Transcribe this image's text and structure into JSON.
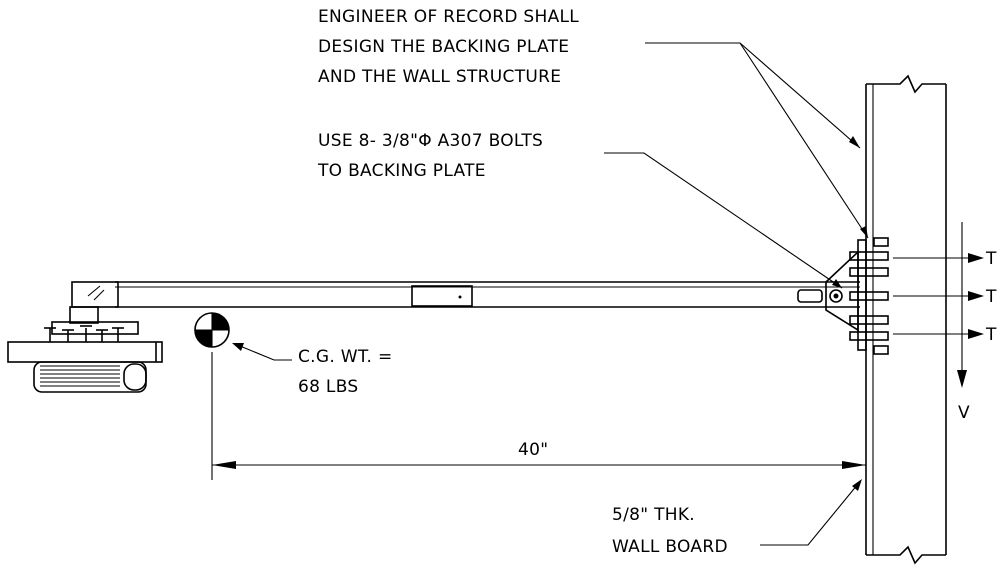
{
  "notes": {
    "engineer_line1": "ENGINEER OF RECORD SHALL",
    "engineer_line2": "DESIGN THE BACKING PLATE",
    "engineer_line3": "AND THE WALL STRUCTURE",
    "bolts_line1": "USE 8- 3/8\"Φ A307 BOLTS",
    "bolts_line2": "TO BACKING PLATE",
    "cg_line1": "C.G. WT. =",
    "cg_line2": "68 LBS",
    "dimension": "40\"",
    "wallboard_line1": "5/8\" THK.",
    "wallboard_line2": "WALL BOARD",
    "force_t1": "T",
    "force_t2": "T",
    "force_t3": "T",
    "force_v": "V"
  }
}
